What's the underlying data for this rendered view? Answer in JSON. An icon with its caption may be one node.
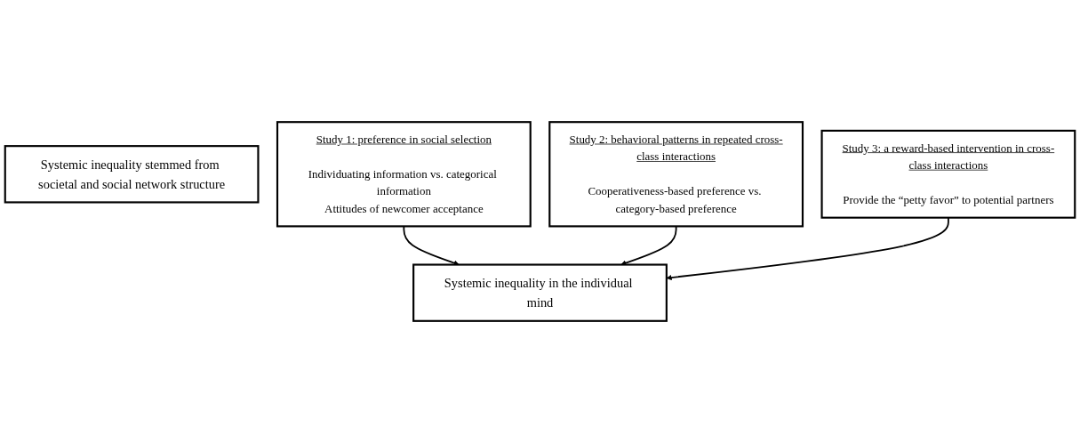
{
  "diagram": {
    "nodes": [
      {
        "text": [
          "Systemic inequality stemmed from societal and social network structure"
        ]
      },
      {
        "text": [
          "Systemic inequality in the individual mind"
        ]
      },
      {
        "text": [
          "Study 1: preference in social selection",
          "Individuating information vs. categorical information",
          "Attitudes of newcomer acceptance"
        ]
      },
      {
        "text": [
          "Study 2: behavioral patterns in repeated cross-class interactions",
          "Cooperativeness-based preference vs. category-based preference"
        ]
      },
      {
        "text": [
          "Study 3: a reward-based intervention in cross-class interactions",
          "Provide the “petty favor” to potential partners"
        ]
      }
    ],
    "edges": [
      {
        "from": 2,
        "to": 1,
        "arrow": "to"
      },
      {
        "from": 3,
        "to": 1,
        "arrow": "to"
      },
      {
        "from": 4,
        "to": 1,
        "arrow": "to"
      }
    ]
  }
}
